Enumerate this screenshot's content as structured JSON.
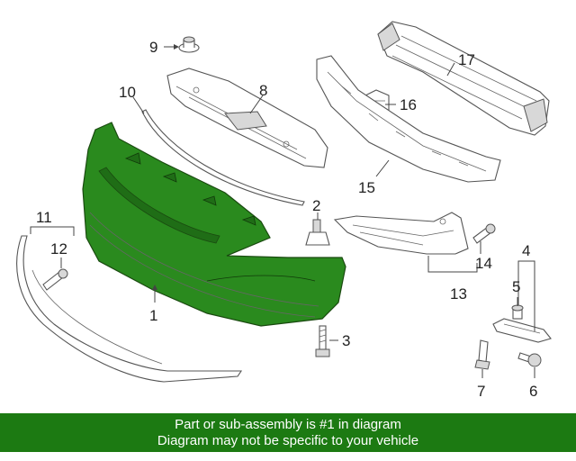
{
  "callouts": {
    "c1": "1",
    "c2": "2",
    "c3": "3",
    "c4": "4",
    "c5": "5",
    "c6": "6",
    "c7": "7",
    "c8": "8",
    "c9": "9",
    "c10": "10",
    "c11": "11",
    "c12": "12",
    "c13": "13",
    "c14": "14",
    "c15": "15",
    "c16": "16",
    "c17": "17"
  },
  "colors": {
    "highlight_part": "#2a8a1e",
    "banner_bg": "#1c7a12",
    "banner_text": "#ffffff"
  },
  "banner": {
    "line1": "Part or sub-assembly is #1 in diagram",
    "line2": "Diagram may not be specific to your vehicle"
  }
}
